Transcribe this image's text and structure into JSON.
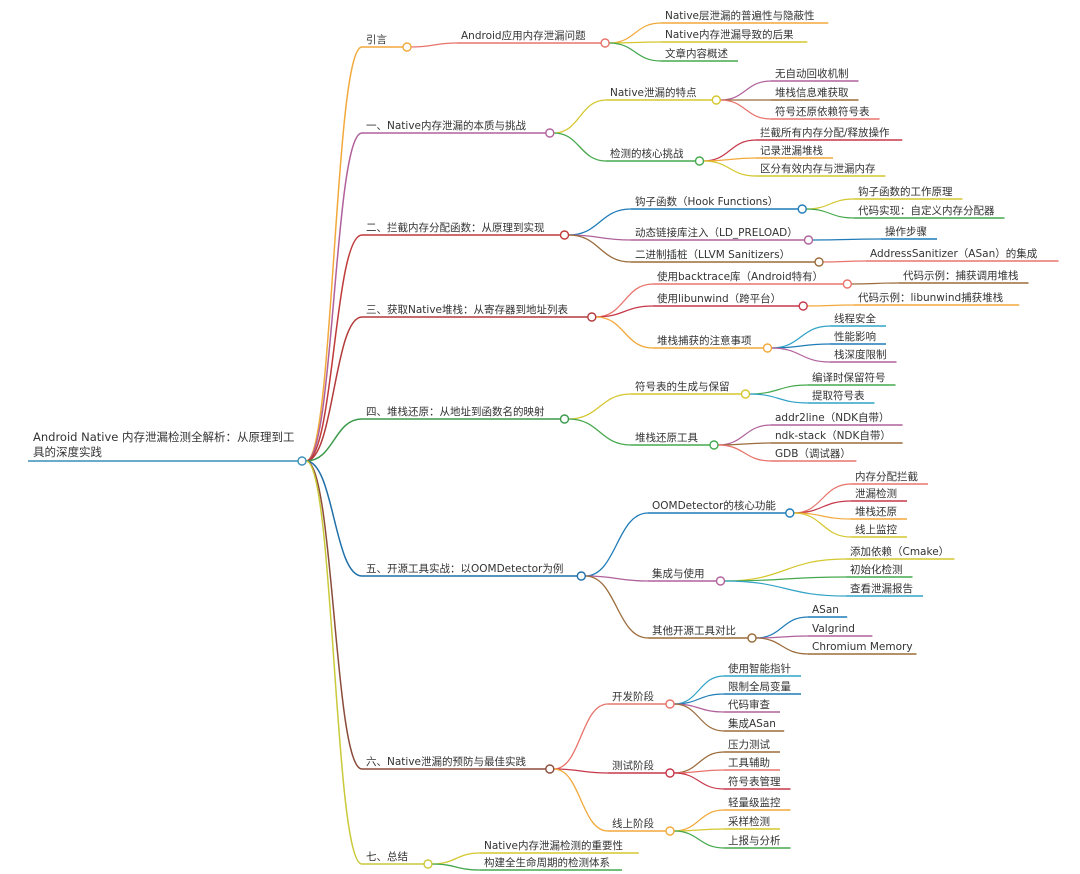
{
  "root": {
    "lines": [
      "Android Native 内存泄漏检测全解析：从原理到工",
      "具的深度实践"
    ]
  },
  "colors": {
    "root": "#3a8fb7",
    "branches": [
      "#f2a93b",
      "#b0619b",
      "#c03a3a",
      "#b23a3a",
      "#3a9a4a",
      "#1f6fa8",
      "#8a4b3a",
      "#c9c93a"
    ],
    "palette": [
      "#e8736b",
      "#c6384a",
      "#f2a93b",
      "#d4c72e",
      "#45a84d",
      "#30a2c6",
      "#1f7cb8",
      "#b0619b",
      "#9b6b3a"
    ]
  },
  "branches": [
    {
      "label": "引言",
      "children": [
        {
          "label": "Android应用内存泄漏问题",
          "children": [
            {
              "label": "Native层泄漏的普遍性与隐蔽性"
            },
            {
              "label": "Native内存泄漏导致的后果"
            },
            {
              "label": "文章内容概述"
            }
          ]
        }
      ]
    },
    {
      "label": "一、Native内存泄漏的本质与挑战",
      "children": [
        {
          "label": "Native泄漏的特点",
          "children": [
            {
              "label": "无自动回收机制"
            },
            {
              "label": "堆栈信息难获取"
            },
            {
              "label": "符号还原依赖符号表"
            }
          ]
        },
        {
          "label": "检测的核心挑战",
          "children": [
            {
              "label": "拦截所有内存分配/释放操作"
            },
            {
              "label": "记录泄漏堆栈"
            },
            {
              "label": "区分有效内存与泄漏内存"
            }
          ]
        }
      ]
    },
    {
      "label": "二、拦截内存分配函数：从原理到实现",
      "children": [
        {
          "label": "钩子函数（Hook Functions）",
          "children": [
            {
              "label": "钩子函数的工作原理"
            },
            {
              "label": "代码实现：自定义内存分配器"
            }
          ]
        },
        {
          "label": "动态链接库注入（LD_PRELOAD）",
          "children": [
            {
              "label": "操作步骤"
            }
          ]
        },
        {
          "label": "二进制插桩（LLVM Sanitizers）",
          "children": [
            {
              "label": "AddressSanitizer（ASan）的集成"
            }
          ]
        }
      ]
    },
    {
      "label": "三、获取Native堆栈：从寄存器到地址列表",
      "children": [
        {
          "label": "使用backtrace库（Android特有）",
          "children": [
            {
              "label": "代码示例：捕获调用堆栈"
            }
          ]
        },
        {
          "label": "使用libunwind（跨平台）",
          "children": [
            {
              "label": "代码示例：libunwind捕获堆栈"
            }
          ]
        },
        {
          "label": "堆栈捕获的注意事项",
          "children": [
            {
              "label": "线程安全"
            },
            {
              "label": "性能影响"
            },
            {
              "label": "栈深度限制"
            }
          ]
        }
      ]
    },
    {
      "label": "四、堆栈还原：从地址到函数名的映射",
      "children": [
        {
          "label": "符号表的生成与保留",
          "children": [
            {
              "label": "编译时保留符号"
            },
            {
              "label": "提取符号表"
            }
          ]
        },
        {
          "label": "堆栈还原工具",
          "children": [
            {
              "label": "addr2line（NDK自带）"
            },
            {
              "label": "ndk-stack（NDK自带）"
            },
            {
              "label": "GDB（调试器）"
            }
          ]
        }
      ]
    },
    {
      "label": "五、开源工具实战：以OOMDetector为例",
      "children": [
        {
          "label": "OOMDetector的核心功能",
          "children": [
            {
              "label": "内存分配拦截"
            },
            {
              "label": "泄漏检测"
            },
            {
              "label": "堆栈还原"
            },
            {
              "label": "线上监控"
            }
          ]
        },
        {
          "label": "集成与使用",
          "children": [
            {
              "label": "添加依赖（Cmake）"
            },
            {
              "label": "初始化检测"
            },
            {
              "label": "查看泄漏报告"
            }
          ]
        },
        {
          "label": "其他开源工具对比",
          "children": [
            {
              "label": "ASan"
            },
            {
              "label": "Valgrind"
            },
            {
              "label": "Chromium Memory"
            }
          ]
        }
      ]
    },
    {
      "label": "六、Native泄漏的预防与最佳实践",
      "children": [
        {
          "label": "开发阶段",
          "children": [
            {
              "label": "使用智能指针"
            },
            {
              "label": "限制全局变量"
            },
            {
              "label": "代码审查"
            },
            {
              "label": "集成ASan"
            }
          ]
        },
        {
          "label": "测试阶段",
          "children": [
            {
              "label": "压力测试"
            },
            {
              "label": "工具辅助"
            },
            {
              "label": "符号表管理"
            }
          ]
        },
        {
          "label": "线上阶段",
          "children": [
            {
              "label": "轻量级监控"
            },
            {
              "label": "采样检测"
            },
            {
              "label": "上报与分析"
            }
          ]
        }
      ]
    },
    {
      "label": "七、总结",
      "children": [
        {
          "label": "Native内存泄漏检测的重要性"
        },
        {
          "label": "构建全生命周期的检测体系"
        }
      ]
    }
  ]
}
